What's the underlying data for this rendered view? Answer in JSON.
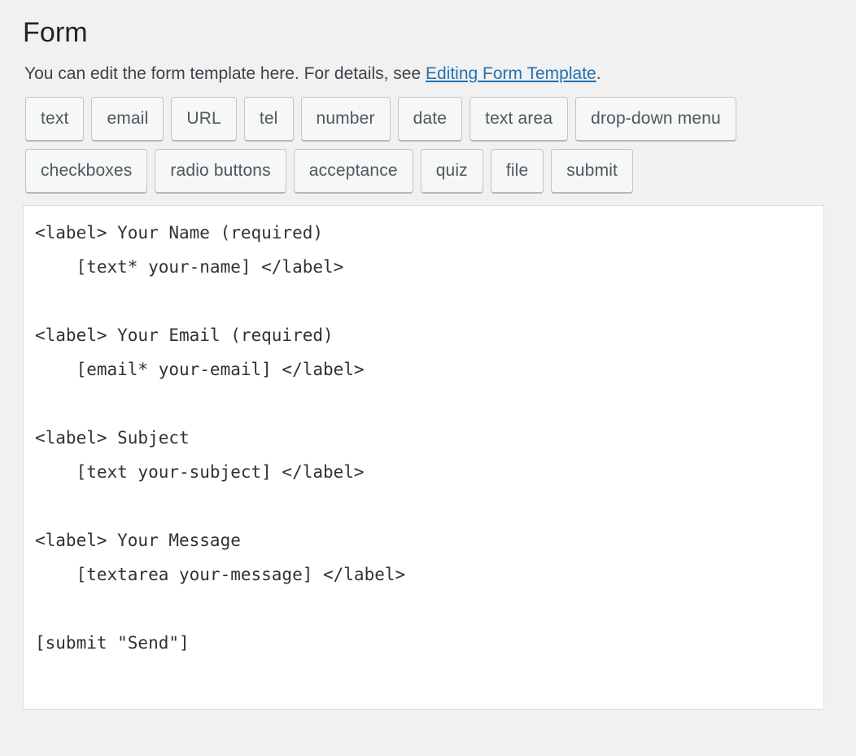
{
  "page": {
    "title": "Form",
    "description_before_link": "You can edit the form template here. For details, see ",
    "link_label": "Editing Form Template",
    "description_after_link": "."
  },
  "tag_generator": {
    "buttons": [
      {
        "label": "text",
        "name": "tag-button-text"
      },
      {
        "label": "email",
        "name": "tag-button-email"
      },
      {
        "label": "URL",
        "name": "tag-button-url"
      },
      {
        "label": "tel",
        "name": "tag-button-tel"
      },
      {
        "label": "number",
        "name": "tag-button-number"
      },
      {
        "label": "date",
        "name": "tag-button-date"
      },
      {
        "label": "text area",
        "name": "tag-button-text-area"
      },
      {
        "label": "drop-down menu",
        "name": "tag-button-drop-down-menu"
      },
      {
        "label": "checkboxes",
        "name": "tag-button-checkboxes"
      },
      {
        "label": "radio buttons",
        "name": "tag-button-radio-buttons"
      },
      {
        "label": "acceptance",
        "name": "tag-button-acceptance"
      },
      {
        "label": "quiz",
        "name": "tag-button-quiz"
      },
      {
        "label": "file",
        "name": "tag-button-file"
      },
      {
        "label": "submit",
        "name": "tag-button-submit"
      }
    ]
  },
  "editor": {
    "value": "<label> Your Name (required)\n    [text* your-name] </label>\n\n<label> Your Email (required)\n    [email* your-email] </label>\n\n<label> Subject\n    [text your-subject] </label>\n\n<label> Your Message\n    [textarea your-message] </label>\n\n[submit \"Send\"]\n",
    "placeholder": ""
  },
  "colors": {
    "page_background": "#f1f1f1",
    "link": "#2271b1",
    "heading_text": "#1d2327",
    "body_text": "#3c434a",
    "button_background": "#f6f7f7",
    "button_border": "#c3c4c7",
    "button_text": "#50575e",
    "editor_background": "#ffffff",
    "editor_border": "#dcdcde",
    "editor_text": "#2c3338"
  }
}
